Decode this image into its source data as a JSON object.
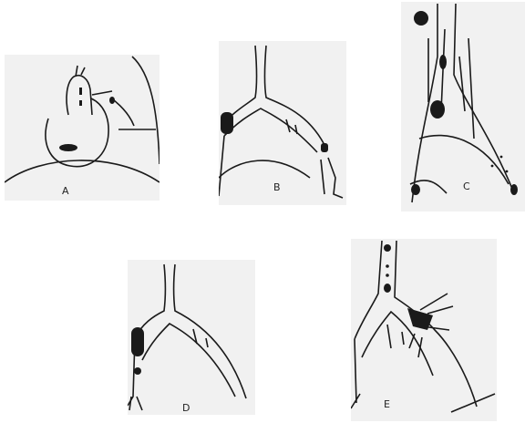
{
  "panels": [
    {
      "id": "A",
      "label": "A"
    },
    {
      "id": "B",
      "label": "B"
    },
    {
      "id": "C",
      "label": "C"
    },
    {
      "id": "D",
      "label": "D"
    },
    {
      "id": "E",
      "label": "E"
    }
  ],
  "colors": {
    "ink": "#1a1a1a",
    "paper": "#f1f1f1",
    "background": "#ffffff"
  }
}
